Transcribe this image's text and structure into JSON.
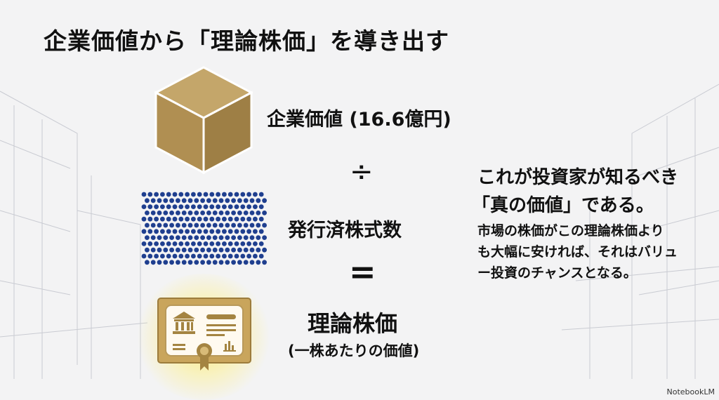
{
  "title": "企業価値から「理論株価」を導き出す",
  "enterprise_value": "企業価値 (16.6億円)",
  "divide_symbol": "÷",
  "shares": "発行済株式数",
  "equals_symbol": "=",
  "theoretical_price": "理論株価",
  "theoretical_price_sub": "(一株あたりの価値)",
  "note": {
    "line1": "これが投資家が知るべき",
    "line2": "「真の価値」である。",
    "line3": "市場の株価がこの理論株価より",
    "line4": "も大幅に安ければ、それはバリュ",
    "line5": "ー投資のチャンスとなる。"
  },
  "logo": "NotebookLM",
  "colors": {
    "gold": "#b8995a",
    "gold_dark": "#8f7440",
    "dots": "#1f3f8f"
  }
}
